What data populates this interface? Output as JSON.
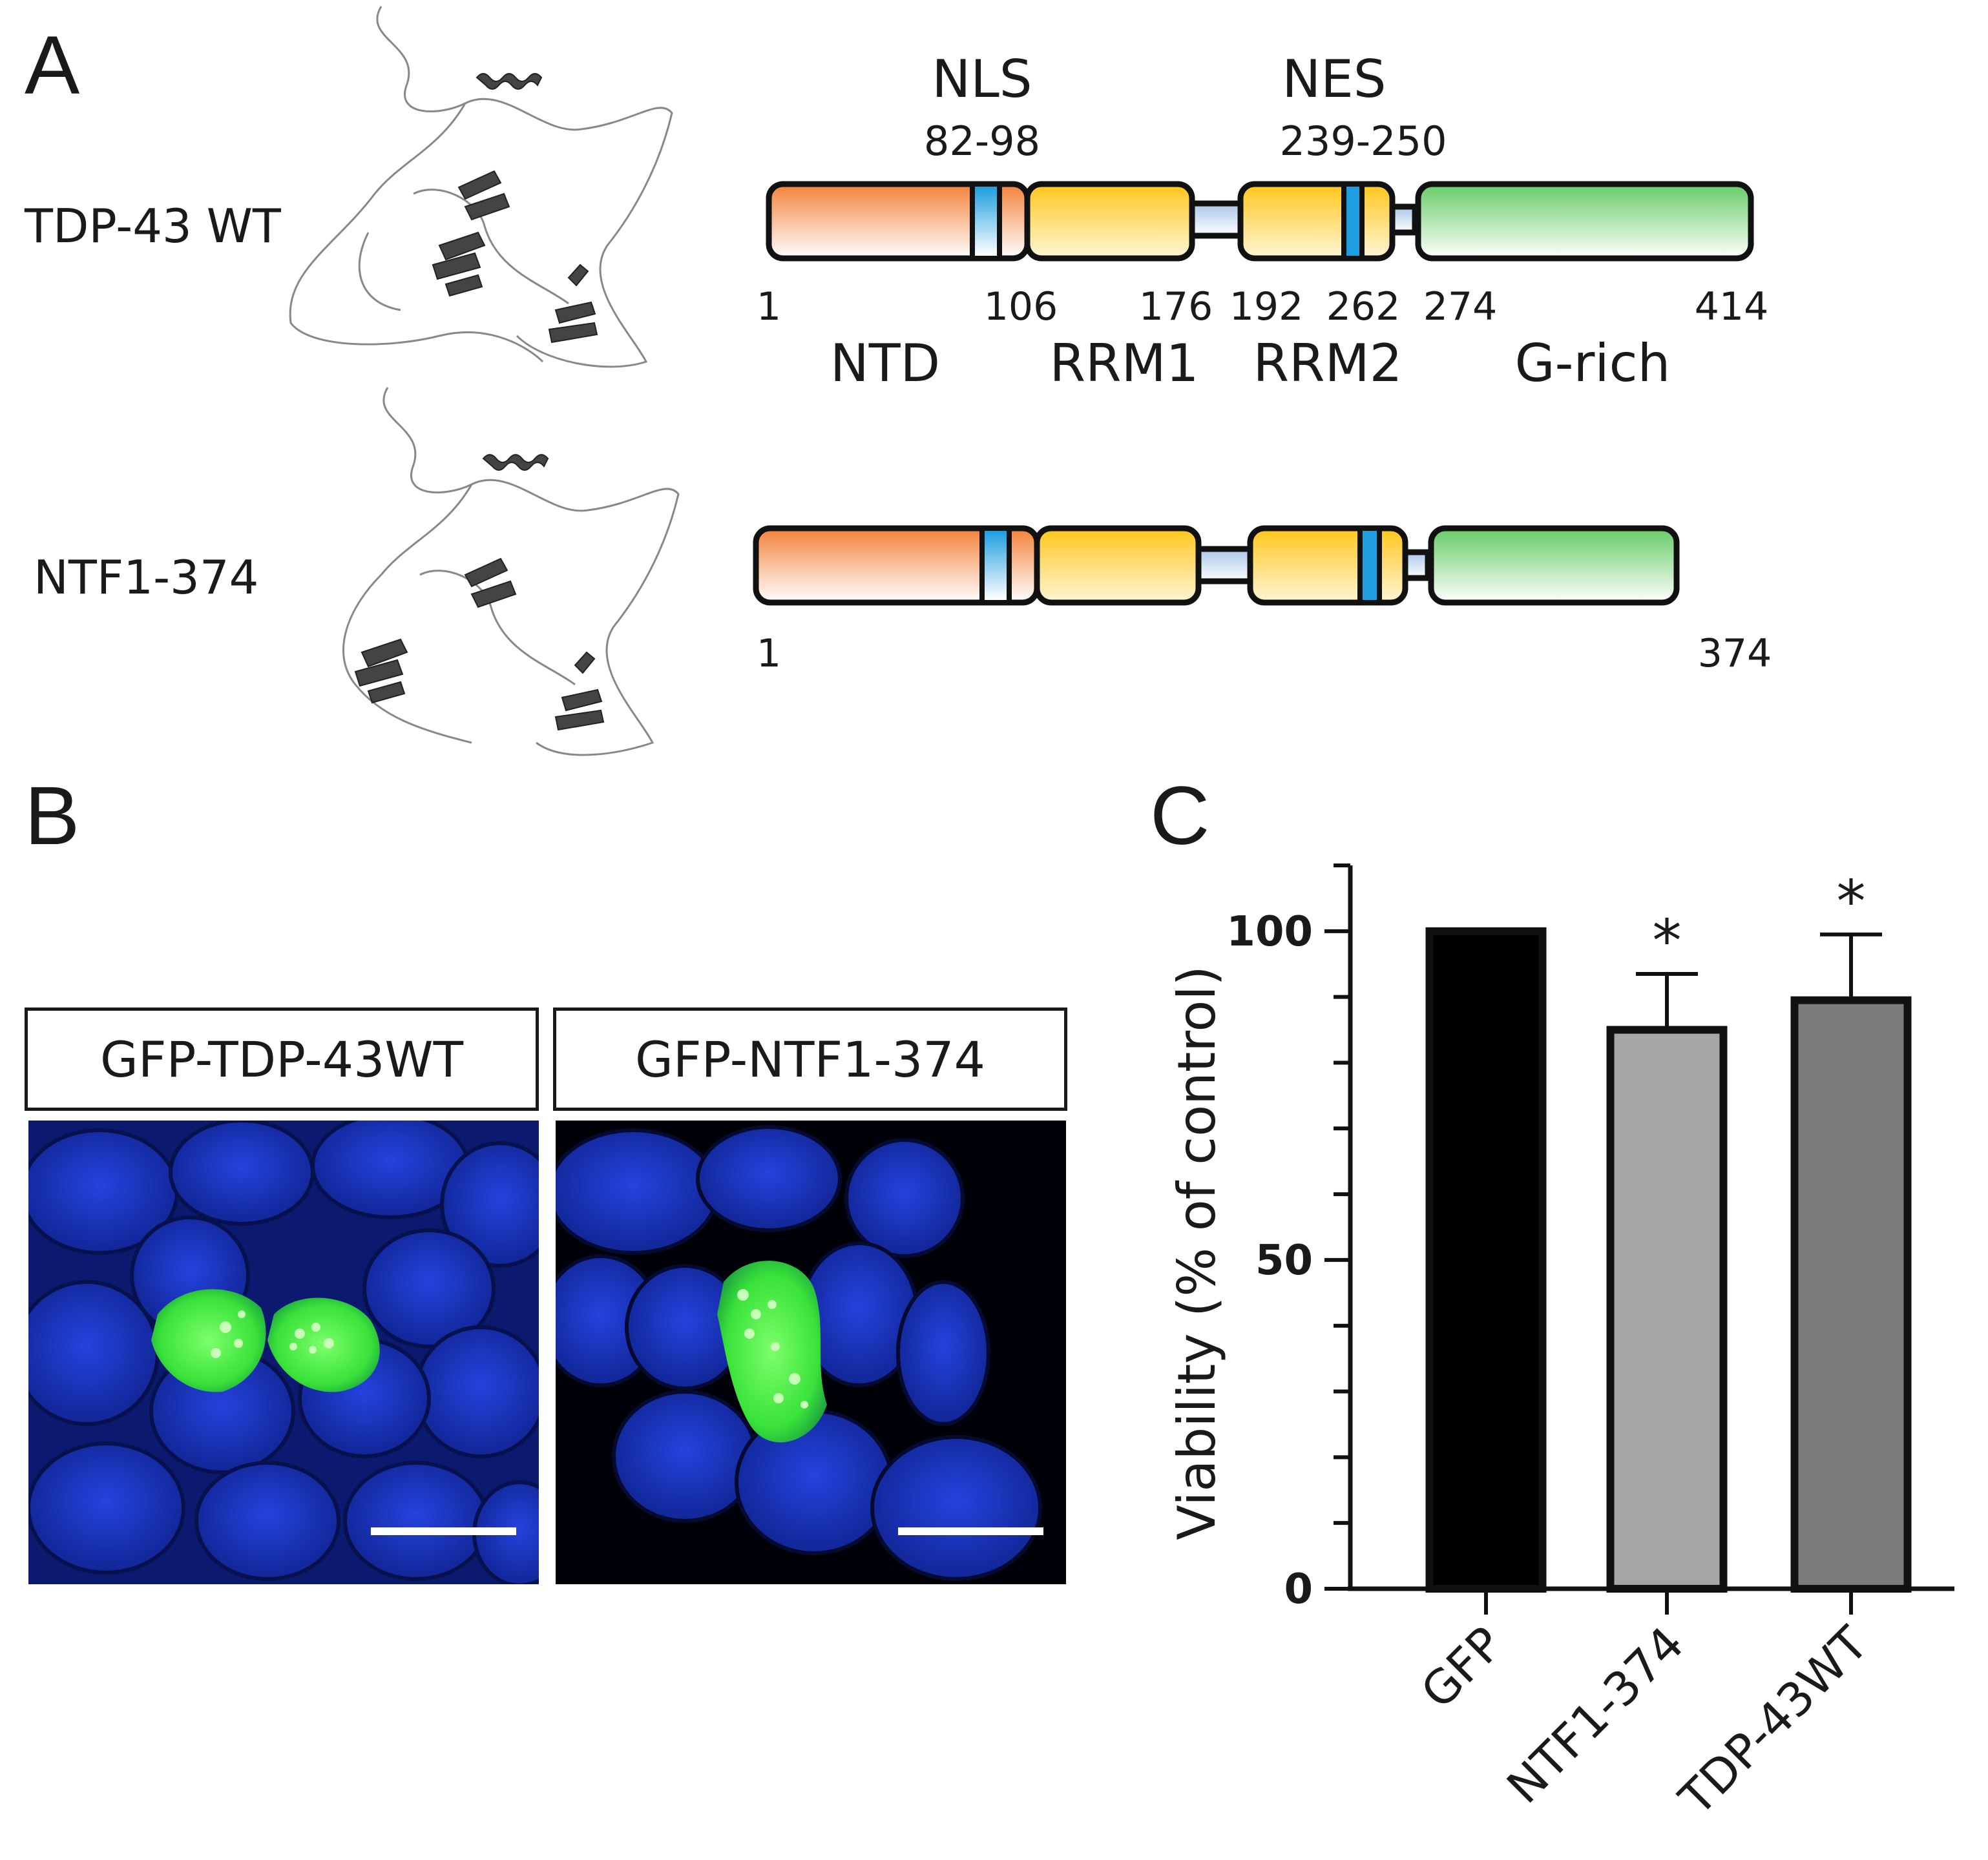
{
  "panels": {
    "a": "A",
    "b": "B",
    "c": "C"
  },
  "panel_a": {
    "wt_label": "TDP-43 WT",
    "ntf_label": "NTF1-374",
    "nls": {
      "name": "NLS",
      "range": "82-98"
    },
    "nes": {
      "name": "NES",
      "range": "239-250"
    },
    "wt_positions": [
      "1",
      "106",
      "176",
      "192",
      "262",
      "274",
      "414"
    ],
    "domains": [
      "NTD",
      "RRM1",
      "RRM2",
      "G-rich"
    ],
    "ntf_positions": [
      "1",
      "374"
    ],
    "colors": {
      "ntd": "#f4823a",
      "rrm": "#ffc61a",
      "grich": "#66cc66",
      "linker": "#a9c6e8",
      "signal": "#1e9ee0"
    }
  },
  "panel_b": {
    "left_title": "GFP-TDP-43WT",
    "right_title": "GFP-NTF1-374",
    "colors": {
      "nuclei": "#1f3bd1",
      "gfp": "#38e23a"
    }
  },
  "chart_data": {
    "type": "bar",
    "categories": [
      "GFP",
      "NTF1-374",
      "TDP-43WT"
    ],
    "values": [
      100,
      85,
      89.5
    ],
    "error_up": [
      null,
      8.5,
      10
    ],
    "significance": [
      "",
      "*",
      "*"
    ],
    "bar_colors": [
      "#000000",
      "#a6a6a8",
      "#7b7b7b"
    ],
    "ylabel": "Viability (% of control)",
    "ylim": [
      0,
      110
    ],
    "yticks": [
      "0",
      "50",
      "100"
    ]
  }
}
